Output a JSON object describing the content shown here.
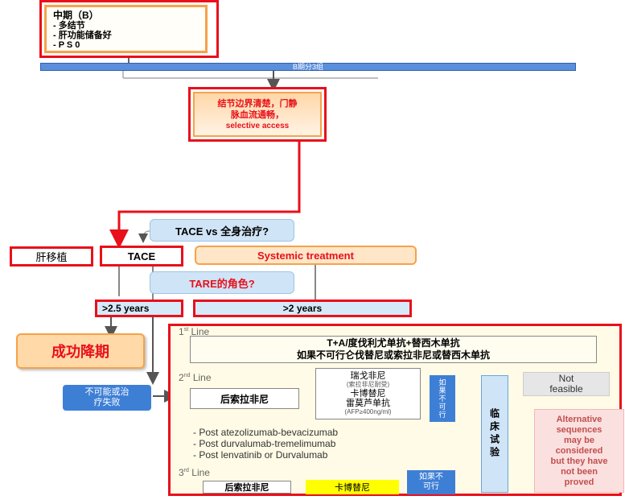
{
  "stage_b": {
    "title": "中期（B）",
    "items": [
      "- 多结节",
      "- 肝功能储备好",
      "- P S 0"
    ]
  },
  "subgroup_bar": "B期分3组",
  "criteria_box": {
    "line1": "结节边界清楚，门静",
    "line2": "脉血流通畅，",
    "line3": "selective access"
  },
  "tace_vs_systemic": "TACE vs 全身治疗?",
  "liver_transplant": "肝移植",
  "tace": "TACE",
  "systemic_treatment": "Systemic treatment",
  "tare_role": "TARE的角色?",
  "years_tace": ">2.5 years",
  "years_systemic": ">2 years",
  "downstage_success": "成功降期",
  "not_possible": {
    "line1": "不可能或治",
    "line2": "疗失败"
  },
  "first_line": {
    "label": "1",
    "sup": "st",
    "word": "Line",
    "regimen1": "T+A/度伐利尤单抗+替西木单抗",
    "regimen2": "如果不可行仑伐替尼或索拉非尼或替西木单抗"
  },
  "second_line": {
    "label": "2",
    "sup": "nd",
    "word": "Line",
    "sorafenib_after": "后索拉非尼",
    "options_line1": "瑞戈非尼",
    "options_line2": "(索拉非尼耐受)",
    "options_line3": "卡博替尼",
    "options_line4": "雷莫芦单抗",
    "options_line5": "(AFP≥400ng/ml)",
    "if_not_feasible_vertical": "如果不可行",
    "post_items": [
      "- Post atezolizumab-bevacizumab",
      "- Post durvalumab-tremelimumab",
      "- Post lenvatinib or Durvalumab"
    ]
  },
  "clinical_trial": "临床试验",
  "not_feasible": {
    "line1": "Not",
    "line2": "feasible"
  },
  "alternative": {
    "line1": "Alternative",
    "line2": "sequences",
    "line3": "may be",
    "line4": "considered",
    "line5": "but they have",
    "line6": "not been",
    "line7": "proved"
  },
  "third_line": {
    "label": "3",
    "sup": "rd",
    "word": "Line",
    "sorafenib_after": "后索拉非尼",
    "cabozantinib": "卡博替尼",
    "if_not_line1": "如果不",
    "if_not_line2": "可行"
  },
  "colors": {
    "red": "#e8101a",
    "orange_fill": "#ffe6c8",
    "orange_border": "#f6a24a",
    "blue": "#3e7fd6",
    "light_blue": "#cfe4f6",
    "cream": "#fffbe6",
    "yellow": "#ffff00"
  }
}
